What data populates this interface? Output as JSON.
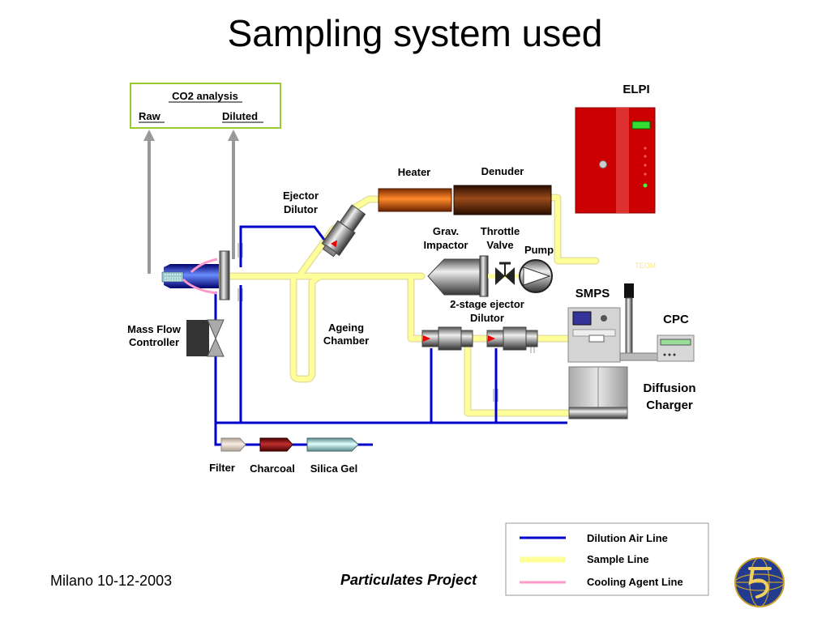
{
  "title": "Sampling system used",
  "co2_box": {
    "title": "CO2 analysis",
    "raw": "Raw",
    "diluted": "Diluted"
  },
  "labels": {
    "elpi": "ELPI",
    "heater": "Heater",
    "denuder": "Denuder",
    "ejector_dilutor": [
      "Ejector",
      "Dilutor"
    ],
    "grav_impactor": [
      "Grav.",
      "Impactor"
    ],
    "throttle_valve": [
      "Throttle",
      "Valve"
    ],
    "pump": "Pump",
    "smps": "SMPS",
    "cpc": "CPC",
    "two_stage_ejector": [
      "2-stage ejector",
      "Dilutor"
    ],
    "ageing_chamber": [
      "Ageing",
      "Chamber"
    ],
    "mass_flow_controller": [
      "Mass Flow",
      "Controller"
    ],
    "diffusion_charger": [
      "Diffusion",
      "Charger"
    ],
    "filter": "Filter",
    "charcoal": "Charcoal",
    "silica_gel": "Silica Gel",
    "tray_text": "TEOM"
  },
  "legend": [
    {
      "label": "Dilution Air Line",
      "color": "#0000cc"
    },
    {
      "label": "Sample Line",
      "color": "#ffff99"
    },
    {
      "label": "Cooling Agent Line",
      "color": "#ff99cc"
    }
  ],
  "footer": {
    "left": "Milano 10-12-2003",
    "center": "Particulates Project"
  },
  "colors": {
    "dilution_air": "#0000cc",
    "sample_line": "#ffff99",
    "sample_edge": "#e8e8b0",
    "cooling": "#ff99cc",
    "elpi_red": "#cc0000",
    "co2_border": "#99cc33",
    "gray_arrow": "#999999"
  },
  "icons": [
    "elpi-instrument-icon",
    "smps-instrument-icon",
    "cpc-instrument-icon",
    "pump-icon",
    "valve-icon",
    "logo-icon"
  ]
}
